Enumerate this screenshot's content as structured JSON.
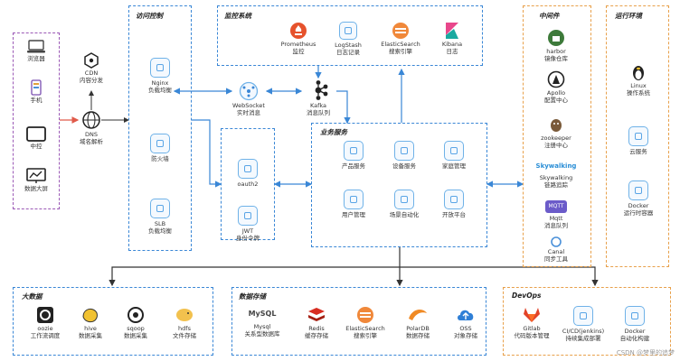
{
  "clients": {
    "items": [
      {
        "label": "浏览器",
        "icon": "laptop-icon"
      },
      {
        "label": "手机",
        "icon": "phone-icon"
      },
      {
        "label": "中控",
        "icon": "tablet-icon"
      },
      {
        "label": "数据大屏",
        "icon": "monitor-chart-icon"
      }
    ]
  },
  "edge": {
    "cdn": {
      "line1": "CDN",
      "line2": "内容分发"
    },
    "dns": {
      "line1": "DNS",
      "line2": "域名解析"
    }
  },
  "access": {
    "title": "访问控制",
    "nginx": {
      "line1": "Nginx",
      "line2": "负载均衡"
    },
    "firewall": {
      "line1": "防火墙"
    },
    "slb": {
      "line1": "SLB",
      "line2": "负载均衡"
    }
  },
  "monitor": {
    "title": "监控系统",
    "items": [
      {
        "line1": "Prometheus",
        "line2": "监控"
      },
      {
        "line1": "LogStash",
        "line2": "日志记录"
      },
      {
        "line1": "ElasticSearch",
        "line2": "搜索引擎"
      },
      {
        "line1": "Kibana",
        "line2": "日志"
      }
    ]
  },
  "messaging": {
    "websocket": {
      "line1": "WebSocket",
      "line2": "实时消息"
    },
    "kafka": {
      "line1": "Kafka",
      "line2": "消息队列"
    }
  },
  "auth": {
    "oauth": {
      "line1": "oauth2"
    },
    "jwt": {
      "line1": "JWT",
      "line2": "身份令牌"
    }
  },
  "business": {
    "title": "业务服务",
    "items": [
      "产品服务",
      "设备服务",
      "家庭管理",
      "用户管理",
      "场景自动化",
      "开放平台"
    ]
  },
  "middleware": {
    "title": "中间件",
    "items": [
      {
        "line1": "harbor",
        "line2": "镜像仓库"
      },
      {
        "line1": "Apollo",
        "line2": "配置中心"
      },
      {
        "line1": "zookeeper",
        "line2": "注册中心"
      },
      {
        "line1": "Skywalking",
        "line2": "链路追踪",
        "logo": "Skywalking"
      },
      {
        "line1": "Mqtt",
        "line2": "消息队列",
        "logo": "MQTT"
      },
      {
        "line1": "Canal",
        "line2": "同步工具"
      }
    ]
  },
  "runtime": {
    "title": "运行环境",
    "items": [
      {
        "line1": "Linux",
        "line2": "操作系统"
      },
      {
        "line1": "云服务",
        "line2": ""
      },
      {
        "line1": "Docker",
        "line2": "运行时容器"
      }
    ]
  },
  "bigdata": {
    "title": "大数据",
    "items": [
      {
        "line1": "oozie",
        "line2": "工作流调度"
      },
      {
        "line1": "hive",
        "line2": "数据采集"
      },
      {
        "line1": "sqoop",
        "line2": "数据采集"
      },
      {
        "line1": "hdfs",
        "line2": "文件存储"
      }
    ]
  },
  "storage": {
    "title": "数据存储",
    "items": [
      {
        "line1": "Mysql",
        "line2": "关系型数据库",
        "logo": "MySQL"
      },
      {
        "line1": "Redis",
        "line2": "缓存存储"
      },
      {
        "line1": "ElasticSearch",
        "line2": "搜索引擎"
      },
      {
        "line1": "PolarDB",
        "line2": "数据存储"
      },
      {
        "line1": "OSS",
        "line2": "对象存储"
      }
    ]
  },
  "devops": {
    "title": "DevOps",
    "items": [
      {
        "line1": "Gitlab",
        "line2": "代码版本管理"
      },
      {
        "line1": "CI/CD(jenkins)",
        "line2": "持续集成部署"
      },
      {
        "line1": "Docker",
        "line2": "自动化构建"
      }
    ]
  },
  "watermark": "CSDN @梦里的追梦",
  "colors": {
    "blue": "#3a87d6",
    "purple": "#9b59b6",
    "orange": "#e8a04a",
    "arrow_red": "#e05a4a",
    "dark": "#333333"
  }
}
